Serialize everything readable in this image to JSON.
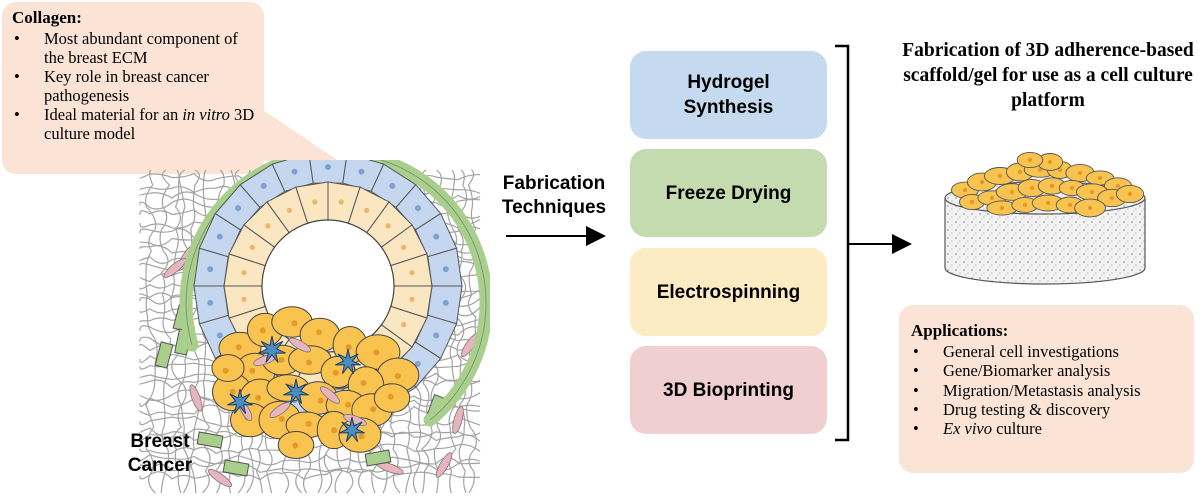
{
  "collagen": {
    "title": "Collagen:",
    "items": [
      {
        "pre": "Most abundant component of the breast ECM",
        "ital": "",
        "post": ""
      },
      {
        "pre": "Key role in breast cancer pathogenesis",
        "ital": "",
        "post": ""
      },
      {
        "pre": "Ideal material for an ",
        "ital": "in vitro",
        "post": " 3D culture model"
      }
    ]
  },
  "breast_cancer_label": "Breast Cancer",
  "fabrication_label": "Fabrication Techniques",
  "techniques": [
    {
      "label": "Hydrogel Synthesis",
      "color": "#c5d9ef"
    },
    {
      "label": "Freeze Drying",
      "color": "#c4dbb0"
    },
    {
      "label": "Electrospinning",
      "color": "#fdebc4"
    },
    {
      "label": "3D Bioprinting",
      "color": "#efcfd0"
    }
  ],
  "result_title": "Fabrication of 3D adherence-based scaffold/gel for use as a cell culture platform",
  "applications": {
    "title": "Applications:",
    "items": [
      {
        "pre": "General cell investigations",
        "ital": "",
        "post": ""
      },
      {
        "pre": "Gene/Biomarker analysis",
        "ital": "",
        "post": ""
      },
      {
        "pre": "Migration/Metastasis analysis",
        "ital": "",
        "post": ""
      },
      {
        "pre": "Drug testing & discovery",
        "ital": "",
        "post": ""
      },
      {
        "pre": "",
        "ital": "Ex vivo",
        "post": " culture"
      }
    ]
  },
  "colors": {
    "callout_bg": "#fbe3d5",
    "myoepithelial_blue": "#c5d7ef",
    "luminal_cream": "#fbe6c2",
    "basement_green": "#a9cf8c",
    "tumor_orange": "#f9c350",
    "fibroblast_pink": "#e8b4bd",
    "star_cell_blue": "#4b8dbf"
  }
}
